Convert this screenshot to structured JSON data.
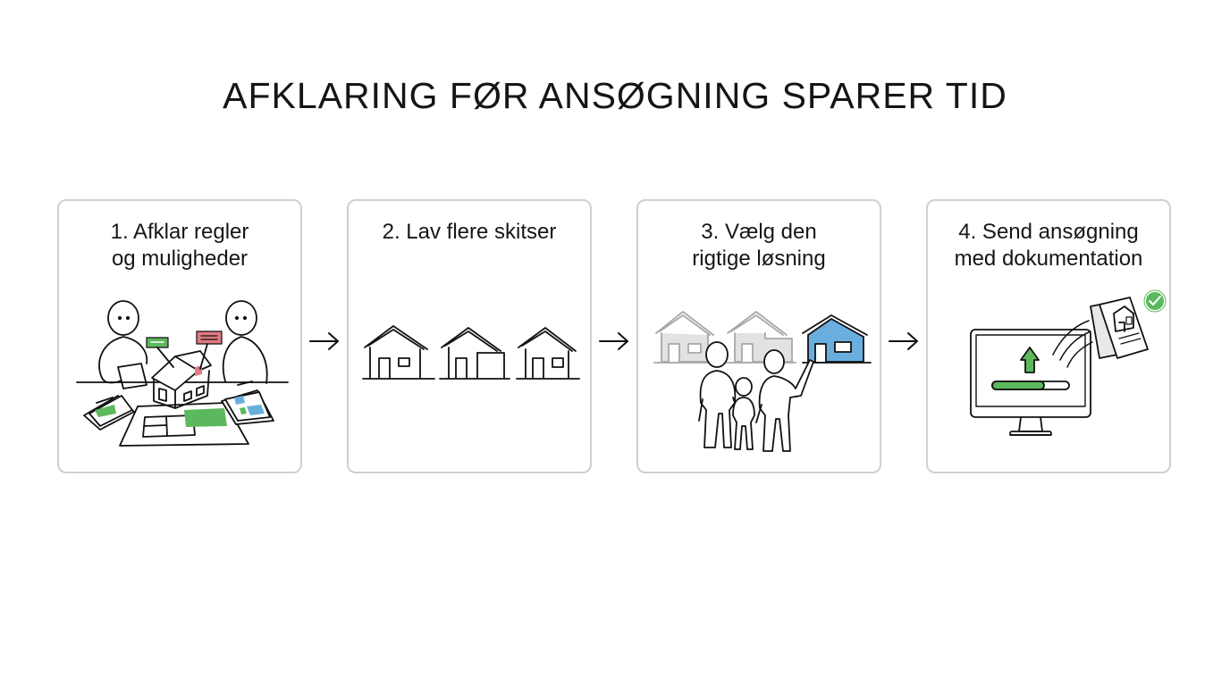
{
  "title": "AFKLARING FØR ANSØGNING SPARER TID",
  "steps": [
    {
      "label": "1. Afklar regler\nog muligheder",
      "icon": "people-with-house-model-icon"
    },
    {
      "label": "2. Lav flere skitser",
      "icon": "three-house-sketches-icon"
    },
    {
      "label": "3. Vælg den\nrigtige løsning",
      "icon": "family-choosing-house-icon"
    },
    {
      "label": "4. Send ansøgning\nmed dokumentation",
      "icon": "computer-upload-icon"
    }
  ],
  "colors": {
    "accent_green": "#5cb85c",
    "accent_blue": "#6aaee0",
    "accent_red": "#e07a80",
    "card_border": "#cfcfcf",
    "muted_gray": "#a8a8a8"
  }
}
